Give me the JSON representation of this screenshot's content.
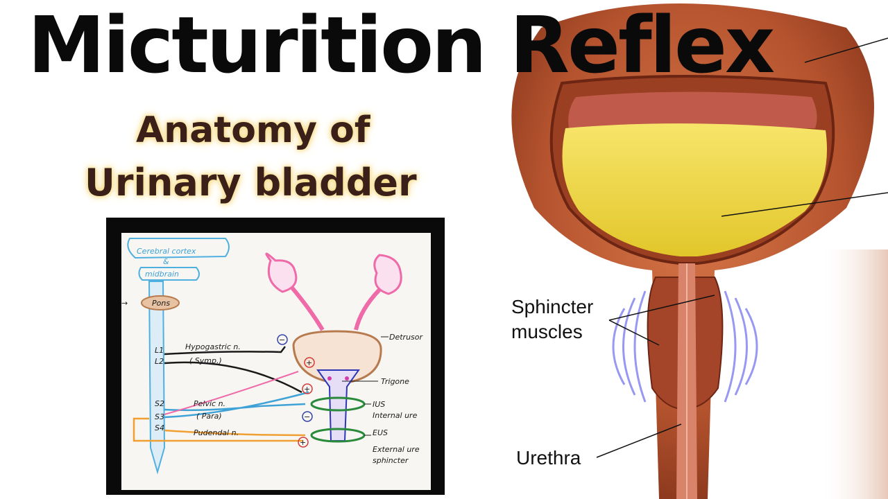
{
  "title": "Micturition Reflex",
  "subtitle": {
    "line1": "Anatomy of",
    "line2": "Urinary bladder"
  },
  "sketch": {
    "cerebral_cortex": "Cerebral cortex",
    "amp": "&",
    "midbrain": "midbrain",
    "pons": "Pons",
    "l1": "L1",
    "l2": "L2",
    "s2": "S2",
    "s3": "S3",
    "s4": "S4",
    "hypogastric": "Hypogastric n.",
    "symp": "( Symp.)",
    "pelvic": "Pelvic n.",
    "para": "( Para)",
    "pudendal": "Pudendal n.",
    "detrusor": "Detrusor",
    "trigone": "Trigone",
    "ius": "IUS",
    "internal": "Internal ure",
    "eus": "EUS",
    "external": "External ure",
    "sphincter": "sphincter",
    "minus": "−",
    "plus": "+"
  },
  "labels": {
    "sphincter_line1": "Sphincter",
    "sphincter_line2": "muscles",
    "urethra": "Urethra"
  },
  "colors": {
    "bladder_wall": "#b4532e",
    "urine": "#f2d63a",
    "spinal_cord": "#4fb0e0",
    "pelvic_nerve": "#3fa2d6",
    "pudendal_nerve": "#f0a030",
    "hypogastric_nerve": "#1a1a1a",
    "sphincter_waves": "#7f7ff0"
  }
}
